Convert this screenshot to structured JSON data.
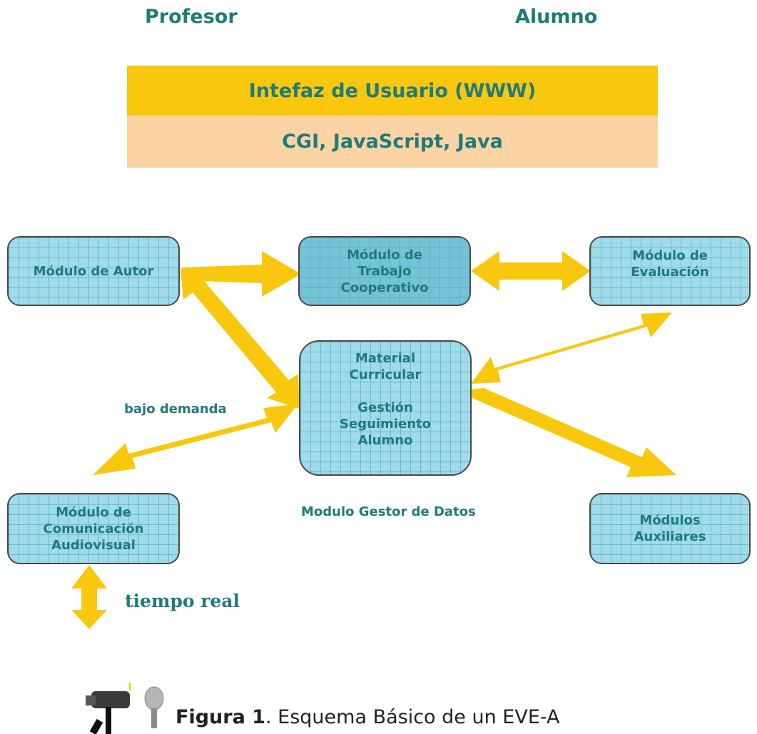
{
  "header": {
    "profesor": "Profesor",
    "alumno": "Alumno"
  },
  "layers": {
    "interface": "Intefaz de Usuario (WWW)",
    "tech": "CGI, JavaScript, Java"
  },
  "modules": {
    "autor": [
      "Módulo de Autor"
    ],
    "cooperativo": [
      "Módulo de",
      "Trabajo",
      "Cooperativo"
    ],
    "evaluacion": [
      "Módulo de",
      "Evaluación"
    ],
    "gestor_inner": [
      "Material",
      "Curricular",
      "",
      "Gestión",
      "Seguimiento",
      "Alumno"
    ],
    "comunicacion": [
      "Módulo de",
      "Comunicación",
      "Audiovisual"
    ],
    "auxiliares": [
      "Módulos",
      "Auxiliares"
    ]
  },
  "labels": {
    "bajo_demanda": "bajo demanda",
    "gestor": "Modulo Gestor de Datos",
    "tiempo_real": "tiempo real"
  },
  "caption": {
    "figure": "Figura 1",
    "text": ". Esquema Básico de un EVE-A"
  },
  "colors": {
    "arrow": "#f9c80e",
    "text": "#1f7b7b",
    "module": "#9fdbe9",
    "band1": "#f9c80e",
    "band2": "#fcd4a4"
  }
}
